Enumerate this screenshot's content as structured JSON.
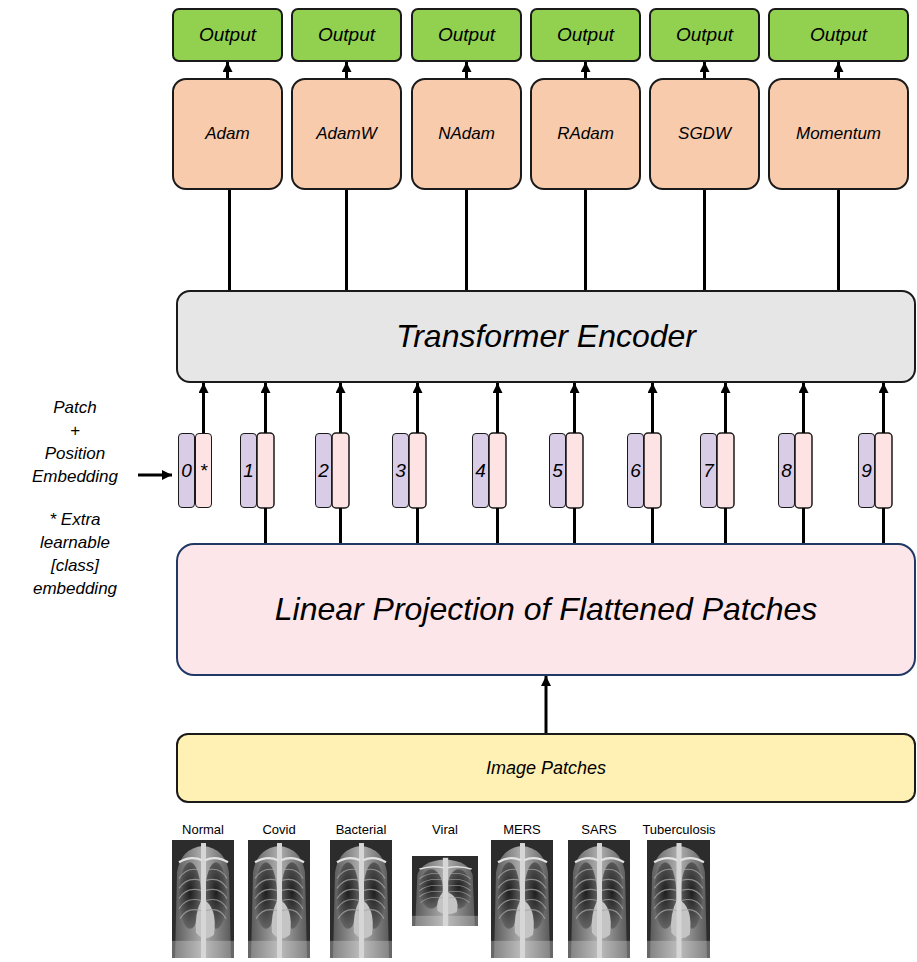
{
  "diagram": {
    "nodes": [
      {
        "text": [
          "Output"
        ]
      },
      {
        "text": [
          "Output"
        ]
      },
      {
        "text": [
          "Output"
        ]
      },
      {
        "text": [
          "Output"
        ]
      },
      {
        "text": [
          "Output"
        ]
      },
      {
        "text": [
          "Output"
        ]
      },
      {
        "text": [
          "Adam"
        ]
      },
      {
        "text": [
          "AdamW"
        ]
      },
      {
        "text": [
          "NAdam"
        ]
      },
      {
        "text": [
          "RAdam"
        ]
      },
      {
        "text": [
          "SGDW"
        ]
      },
      {
        "text": [
          "Momentum"
        ]
      },
      {
        "text": [
          "Transformer Encoder"
        ]
      },
      {
        "text": [
          "0"
        ]
      },
      {
        "text": [
          "*"
        ]
      },
      {
        "text": [
          "1"
        ]
      },
      {
        "text": [
          "2"
        ]
      },
      {
        "text": [
          "3"
        ]
      },
      {
        "text": [
          "4"
        ]
      },
      {
        "text": [
          "5"
        ]
      },
      {
        "text": [
          "6"
        ]
      },
      {
        "text": [
          "7"
        ]
      },
      {
        "text": [
          "8"
        ]
      },
      {
        "text": [
          "9"
        ]
      },
      {
        "text": [
          "Linear Projection of Flattened Patches"
        ]
      },
      {
        "text": [
          "Image Patches"
        ]
      }
    ],
    "edges": [
      {
        "from": 6,
        "to": 0,
        "arrow": "to"
      },
      {
        "from": 7,
        "to": 1,
        "arrow": "to"
      },
      {
        "from": 8,
        "to": 2,
        "arrow": "to"
      },
      {
        "from": 9,
        "to": 3,
        "arrow": "to"
      },
      {
        "from": 10,
        "to": 4,
        "arrow": "to"
      },
      {
        "from": 11,
        "to": 5,
        "arrow": "to"
      },
      {
        "from": 12,
        "to": 6,
        "arrow": "none"
      },
      {
        "from": 12,
        "to": 7,
        "arrow": "none"
      },
      {
        "from": 12,
        "to": 8,
        "arrow": "none"
      },
      {
        "from": 12,
        "to": 9,
        "arrow": "none"
      },
      {
        "from": 12,
        "to": 10,
        "arrow": "none"
      },
      {
        "from": 12,
        "to": 11,
        "arrow": "none"
      },
      {
        "from": 14,
        "to": 12,
        "arrow": "to"
      },
      {
        "from": 25,
        "to": 24,
        "arrow": "to"
      }
    ],
    "labels": [
      "Patch + Position Embedding",
      "* Extra learnable [class] embedding",
      "Normal",
      "Covid",
      "Bacterial",
      "Viral",
      "MERS",
      "SARS",
      "Tuberculosis"
    ]
  }
}
